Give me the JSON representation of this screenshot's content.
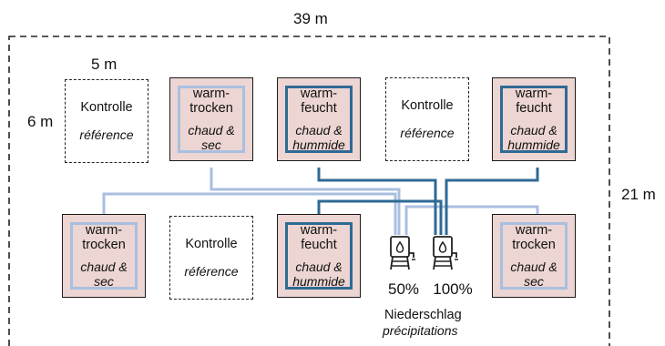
{
  "dimensions": {
    "width_total": "39 m",
    "height_total": "21 m",
    "plot_width": "5 m",
    "plot_height": "6 m"
  },
  "plots": {
    "r1c1": {
      "name": "Kontrolle",
      "sub": "référence",
      "type": "control"
    },
    "r1c2": {
      "name": "warm-\ntrocken",
      "sub": "chaud &\nsec",
      "type": "warm-dry"
    },
    "r1c3": {
      "name": "warm-\nfeucht",
      "sub": "chaud &\nhummide",
      "type": "warm-wet"
    },
    "r1c4": {
      "name": "Kontrolle",
      "sub": "référence",
      "type": "control"
    },
    "r1c5": {
      "name": "warm-\nfeucht",
      "sub": "chaud &\nhummide",
      "type": "warm-wet"
    },
    "r2c1": {
      "name": "warm-\ntrocken",
      "sub": "chaud &\nsec",
      "type": "warm-dry"
    },
    "r2c2": {
      "name": "Kontrolle",
      "sub": "référence",
      "type": "control"
    },
    "r2c3": {
      "name": "warm-\nfeucht",
      "sub": "chaud &\nhummide",
      "type": "warm-wet"
    },
    "r2c5": {
      "name": "warm-\ntrocken",
      "sub": "chaud &\nsec",
      "type": "warm-dry"
    }
  },
  "tanks": {
    "dry_percent": "50%",
    "wet_percent": "100%"
  },
  "precipitation": {
    "title": "Niederschlag",
    "subtitle": "précipitations"
  },
  "colors": {
    "dry_pipe": "#a9bfe0",
    "wet_pipe": "#2f6a95",
    "plot_fill": "#ecd5d2",
    "outline": "#1b1b1b"
  }
}
